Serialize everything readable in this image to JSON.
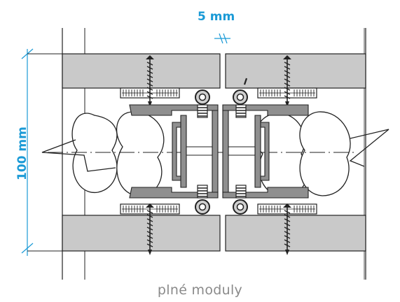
{
  "dimensions": {
    "gap": "5 mm",
    "height": "100 mm"
  },
  "caption": "plné moduly",
  "colors": {
    "dimension": "#1a9ad6",
    "panel": "#c9c9c9",
    "profile": "#8f8f8f",
    "line": "#222222",
    "caption": "#8a8a8a"
  }
}
